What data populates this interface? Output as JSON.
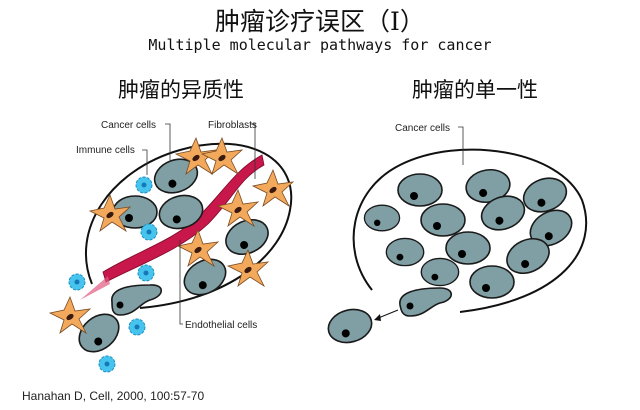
{
  "title": "肿瘤诊疗误区（I）",
  "subtitle": "Multiple molecular pathways for cancer",
  "left_panel": {
    "heading": "肿瘤的异质性",
    "labels": {
      "cancer_cells": "Cancer cells",
      "fibroblasts": "Fibroblasts",
      "immune_cells": "Immune cells",
      "endothelial_cells": "Endothelial cells"
    }
  },
  "right_panel": {
    "heading": "肿瘤的单一性",
    "labels": {
      "cancer_cells": "Cancer cells"
    }
  },
  "citation": "Hanahan D, Cell, 2000, 100:57-70",
  "colors": {
    "cancer_cell": "#7f9fa4",
    "fibroblast": "#f2a95c",
    "immune_cell": "#46c4ee",
    "vessel": "#c8174a"
  }
}
